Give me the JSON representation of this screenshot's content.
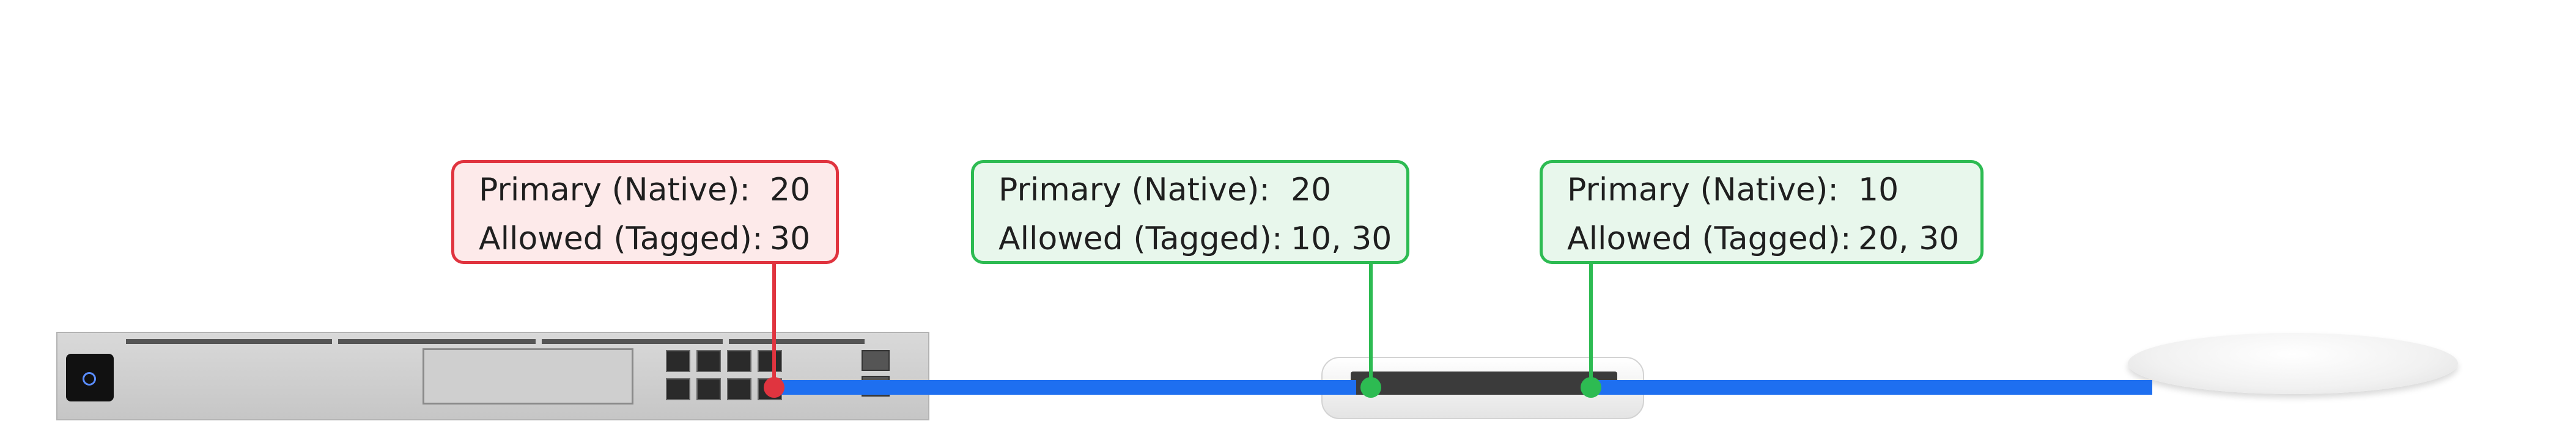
{
  "vlan_callouts": [
    {
      "status": "mismatch",
      "primary_label": "Primary (Native):",
      "primary_value": "20",
      "allowed_label": "Allowed (Tagged):",
      "allowed_value": "30"
    },
    {
      "status": "ok",
      "primary_label": "Primary (Native):",
      "primary_value": "20",
      "allowed_label": "Allowed (Tagged):",
      "allowed_value": "10, 30"
    },
    {
      "status": "ok",
      "primary_label": "Primary (Native):",
      "primary_value": "10",
      "allowed_label": "Allowed (Tagged):",
      "allowed_value": "20, 30"
    }
  ],
  "colors": {
    "mismatch": "#e0343f",
    "ok": "#2dbb52",
    "cable": "#1e6ff0"
  },
  "devices": [
    "gateway-rack-unit",
    "network-switch",
    "access-point"
  ]
}
